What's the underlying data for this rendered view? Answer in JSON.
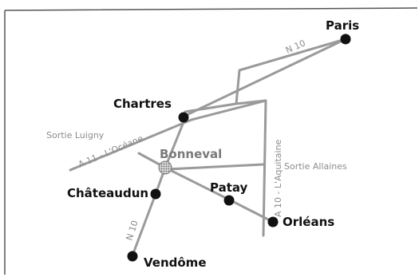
{
  "cities": {
    "paris": "Paris",
    "chartres": "Chartres",
    "bonneval": "Bonneval",
    "chateaudun": "Châteaudun",
    "patay": "Patay",
    "orleans": "Orléans",
    "vendome": "Vendôme"
  },
  "roads": {
    "n10_north": "N 10",
    "n10_south": "N 10",
    "a11": "A 11 - L'Océane",
    "a10": "A 10 - L'Aquitaine",
    "sortie_luigny": "Sortie Luigny",
    "sortie_allaines": "Sortie Allaines"
  },
  "colors": {
    "road": "#9a9a9a",
    "city": "#111111",
    "road_label": "#8c8c8c",
    "bonneval_marker": "#8a8a8a"
  }
}
